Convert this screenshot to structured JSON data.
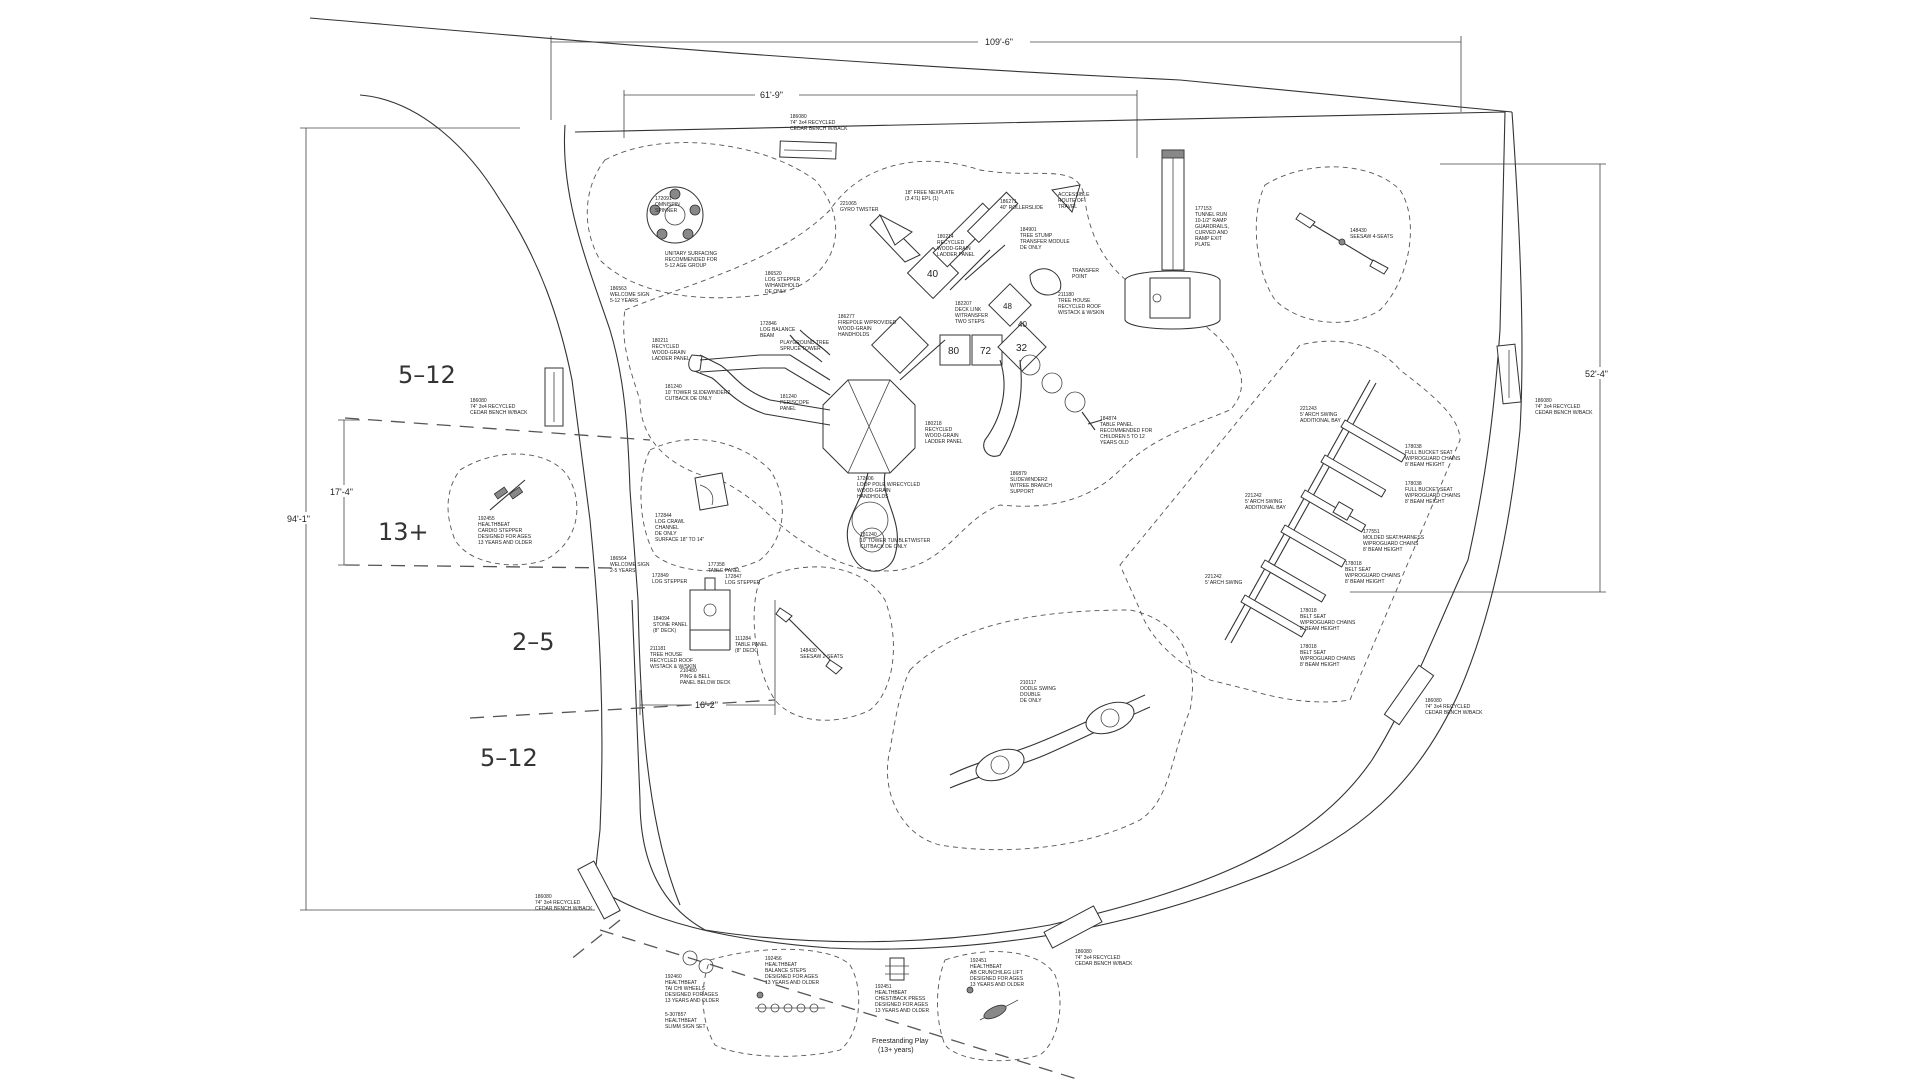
{
  "zones": {
    "z512_upper": "5–12",
    "z13": "13+",
    "z25": "2–5",
    "z512_lower": "5–12"
  },
  "dimensions": {
    "overall_width": "109'-6\"",
    "structure_width": "61'-9\"",
    "overall_height": "94'-1\"",
    "right_height": "52'-4\"",
    "left_13_height": "17'-4\"",
    "toddler_width": "16'-2\""
  },
  "freestanding": {
    "line1": "Freestanding Play",
    "line2": "(13+ years)"
  },
  "notes": {
    "bench_top": "186080\n74\" 3x4 RECYCLED\nCEDAR BENCH W/BACK",
    "bench_left": "186080\n74\" 3x4 RECYCLED\nCEDAR BENCH W/BACK",
    "bench_right": "186080\n74\" 3x4 RECYCLED\nCEDAR BENCH W/BACK",
    "bench_right_low": "186080\n74\" 3x4 RECYCLED\nCEDAR BENCH W/BACK",
    "bench_bottom_left": "186080\n74\" 3x4 RECYCLED\nCEDAR BENCH W/BACK",
    "bench_bottom_mid": "186080\n74\" 3x4 RECYCLED\nCEDAR BENCH W/BACK",
    "spinner": "172091\nOMNISPIN\nSPINNER",
    "spinner_note": "UNITARY SURFACING\nRECOMMENDED FOR\n5-12 AGE GROUP",
    "welcome_5_12": "186563\nWELCOME SIGN\n5-12 YEARS",
    "log_stepper": "186520\nLOG STEPPER\nW/HANDHOLD\nDE ONLY",
    "log_balance": "172846\nLOG BALANCE\nBEAM",
    "slide_left": "180211\nRECYCLED\nWOOD-GRAIN\nLADDER PANEL",
    "tower_left": "181240\n10' TOWER SLIDEWINDER2\nCUTBACK DE ONLY",
    "playground_tree": "PLAYGROUND TREE\nSPRUCE TOWER",
    "fireball": "186277\nFIREPOLE W/PROVIDED\nWOOD-GRAIN\nHANDHOLDS",
    "gyro": "221065\nGYRO TWISTER",
    "rock_climber": "18\" FREE NEXPLATE\n(3.4'/1) EPL (1)",
    "rollerslide": "186271\n40\" ROLLERSLIDE",
    "accessible": "ACCESSIBLE\nROUTE OF\nTRAVEL",
    "wood_panel": "180214\nRECYCLED\nWOOD-GRAIN\nLADDER PANEL",
    "tree_stump": "184901\nTREE STUMP\nTRANSFER MODULE\nDE ONLY",
    "transfer_point": "TRANSFER\nPOINT",
    "tree_house": "211180\nTREE HOUSE\nRECYCLED ROOF\nW/STACK & W/SKIN",
    "tunnel": "177153\nTUNNEL RUN\n10-1/2\" RAMP\nGUARDRAILS,\nCURVED AND\nRAMP EXIT\nPLATE",
    "seesaw_top": "148430\nSEESAW 4-SEATS",
    "deck_link": "182207\nDECK LINK\nW/TRANSFER\nTWO STEPS",
    "periscope": "181240\nPERISCOPE\nPANEL",
    "loop_pole": "172606\nLOOP POLE W/RECYCLED\nWOOD-GRAIN\nHANDHOLDS",
    "tower_slide": "180218\nRECYCLED\nWOOD-GRAIN\nLADDER PANEL",
    "slidewinder": "181240\n10' TOWER TUMBLETWISTER\nCUTBACK DE ONLY",
    "sign_panel": "184874\nTABLE PANEL\nRECOMMENDED FOR\nCHILDREN 5 TO 12\nYEARS OLD",
    "tree_branch": "186879\nSLIDEWINDER2\nW/TREE BRANCH\nSUPPORT",
    "arch_swing_1": "221243\n5' ARCH SWING\nADDITIONAL BAY",
    "arch_swing_2": "221242\n5' ARCH SWING\nADDITIONAL BAY",
    "arch_swing_3": "221242\n5' ARCH SWING",
    "bucket_1": "178038\nFULL BUCKET SEAT\nW/PROGUARD CHAINS\n8' BEAM HEIGHT",
    "bucket_2": "178038\nFULL BUCKET SEAT\nW/PROGUARD CHAINS\n8' BEAM HEIGHT",
    "molded": "177551\nMOLDED SEAT/HARNESS\nW/PROGUARD CHAINS\n8' BEAM HEIGHT",
    "belt_1": "178018\nBELT SEAT\nW/PROGUARD CHAINS\n8' BEAM HEIGHT",
    "belt_2": "178018\nBELT SEAT\nW/PROGUARD CHAINS\n8' BEAM HEIGHT",
    "belt_3": "178018\nBELT SEAT\nW/PROGUARD CHAINS\n8' BEAM HEIGHT",
    "oodle": "210117\nOODLE SWING\nDOUBLE\nDE ONLY",
    "health_left": "192455\nHEALTHBEAT\nCARDIO STEPPER\nDESIGNED FOR AGES\n13 YEARS AND OLDER",
    "log_crawl": "172844\nLOG CRAWL\nCHANNEL\nDE ONLY\nSURFACE 18\" TO 14\"",
    "welcome_2_5": "186564\nWELCOME SIGN\n2-5 YEARS",
    "log_stepper_small": "172849\nLOG STEPPER",
    "table_panel": "177358\nTABLE PANEL",
    "log_steppers": "172847\nLOG STEPPER",
    "stone_panel": "184094\nSTONE PANEL\n(8\" DECK)",
    "tree_house_small": "211181\nTREE HOUSE\nRECYCLED ROOF\nW/STACK & W/SKIN",
    "ping_panel": "210480\nPING & BELL\nPANEL BELOW DECK",
    "play_panel": "111284\nTABLE PANEL\n(8\" DECK)",
    "seesaw_small": "148430\nSEESAW 2-SEATS",
    "health_a": "192460\nHEALTHBEAT\nTAI CHI WHEELS\nDESIGNED FOR AGES\n13 YEARS AND OLDER",
    "health_b": "5-307857\nHEALTHBEAT\nSLIMM SIGN SET",
    "health_c": "192456\nHEALTHBEAT\nBALANCE STEPS\nDESIGNED FOR AGES\n13 YEARS AND OLDER",
    "health_d": "192451\nHEALTHBEAT\nCHEST/BACK PRESS\nDESIGNED FOR AGES\n13 YEARS AND OLDER",
    "health_e": "192451\nHEALTHBEAT\nAB CRUNCH/LEG LIFT\nDESIGNED FOR AGES\n13 YEARS AND OLDER",
    "deck_40": "40",
    "deck_80": "80",
    "deck_72": "72",
    "deck_32": "32",
    "deck_48": "48",
    "deck_40b": "40"
  }
}
